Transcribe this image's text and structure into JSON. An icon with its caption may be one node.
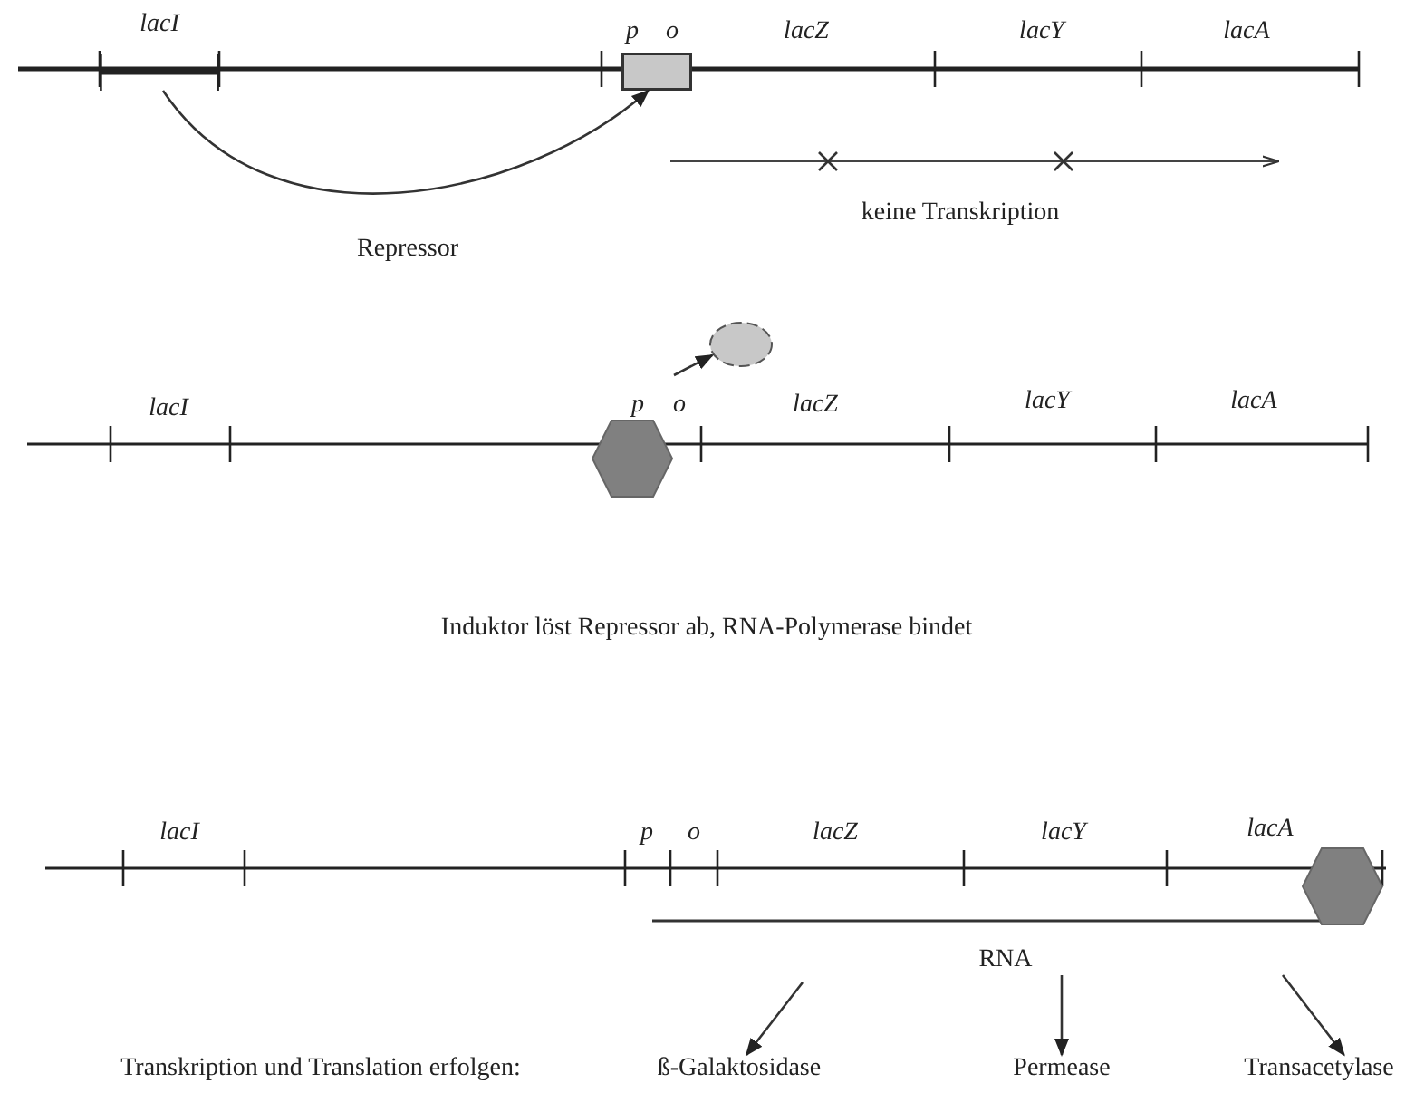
{
  "diagram": {
    "nodes": [
      {
        "text": [
          "lacI"
        ]
      },
      {
        "text": [],
        "shape": "box"
      },
      {
        "text": [],
        "shape": "circle"
      },
      {
        "text": [],
        "shape": "hexagon"
      },
      {
        "text": [],
        "shape": "hexagon"
      },
      {
        "text": [
          "ß-Galaktosidase"
        ]
      },
      {
        "text": [
          "Permease"
        ]
      },
      {
        "text": [
          "Transacetylase"
        ]
      }
    ],
    "edges": [
      {
        "from": 0,
        "to": 1,
        "arrow": "to",
        "label": "Repressor"
      },
      {
        "from": null,
        "to": 2,
        "arrow": "to"
      },
      {
        "from": null,
        "to": 5,
        "arrow": "to"
      },
      {
        "from": null,
        "to": 6,
        "arrow": "to"
      },
      {
        "from": null,
        "to": 7,
        "arrow": "to"
      }
    ],
    "labels": [
      "p",
      "o",
      "lacZ",
      "lacY",
      "lacA",
      "keine Transkription",
      "lacI",
      "p",
      "o",
      "lacZ",
      "lacY",
      "lacA",
      "Induktor löst Repressor ab, RNA-Polymerase bindet",
      "lacI",
      "p",
      "o",
      "lacZ",
      "lacY",
      "lacA",
      "RNA",
      "Transkription und Translation erfolgen:"
    ]
  }
}
